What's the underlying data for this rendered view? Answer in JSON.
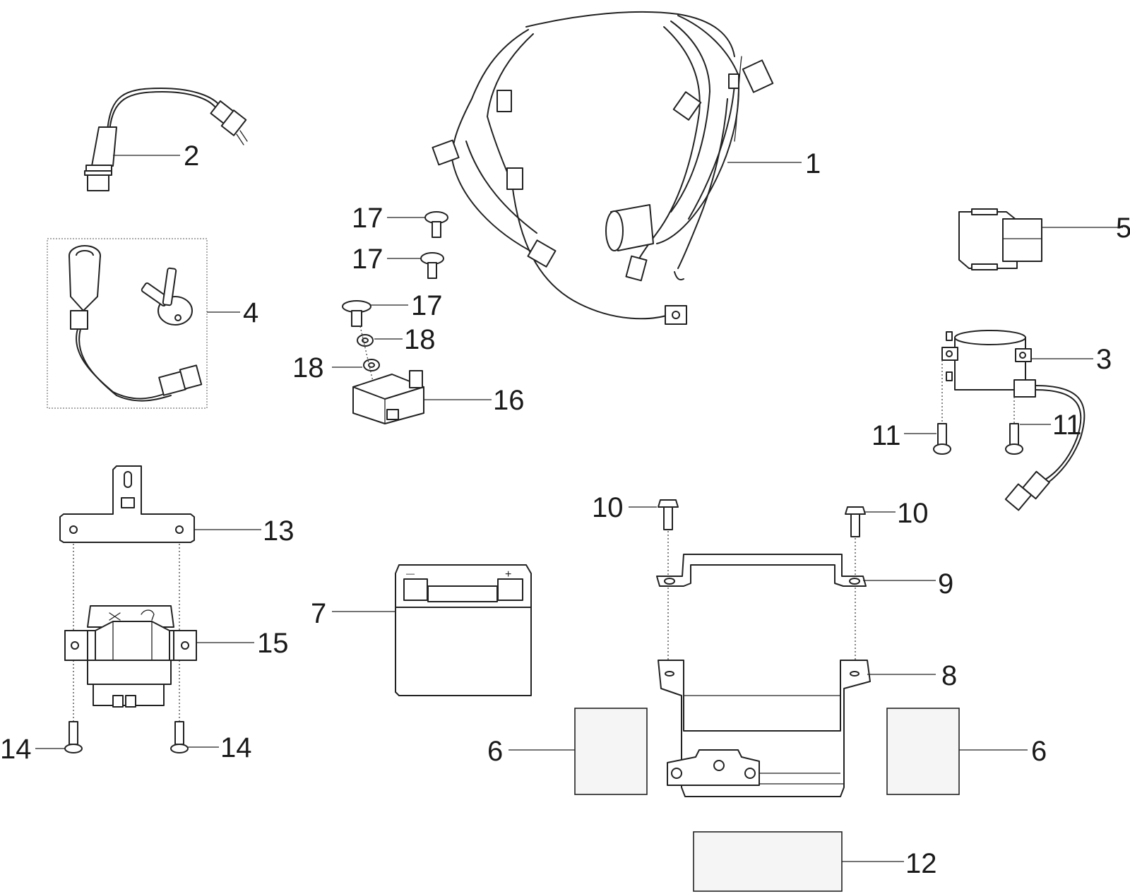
{
  "diagram": {
    "callouts": {
      "c1": "1",
      "c2": "2",
      "c3": "3",
      "c4": "4",
      "c5": "5",
      "c6a": "6",
      "c6b": "6",
      "c7": "7",
      "c8": "8",
      "c9": "9",
      "c10a": "10",
      "c10b": "10",
      "c11a": "11",
      "c11b": "11",
      "c12": "12",
      "c13": "13",
      "c14a": "14",
      "c14b": "14",
      "c15": "15",
      "c16": "16",
      "c17a": "17",
      "c17b": "17",
      "c17c": "17",
      "c18a": "18",
      "c18b": "18"
    },
    "battery_terminals": {
      "negative": "—",
      "positive": "+"
    }
  }
}
